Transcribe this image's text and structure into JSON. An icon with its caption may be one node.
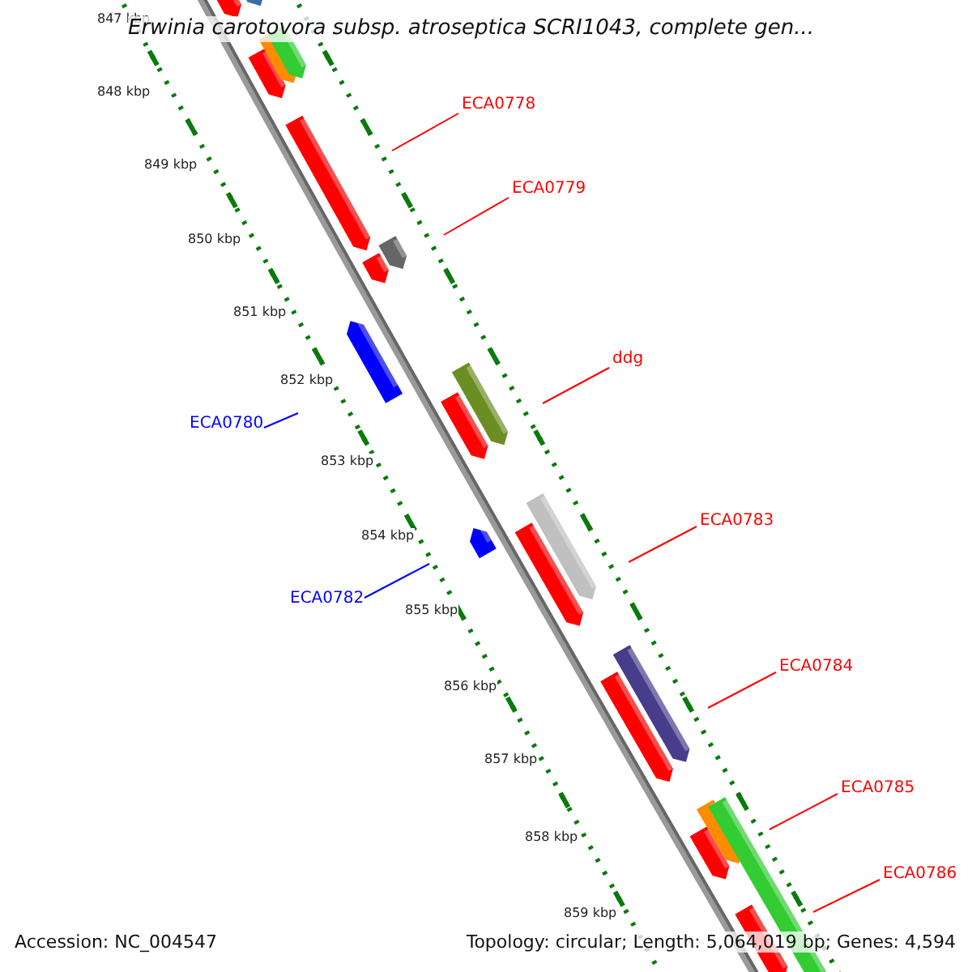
{
  "diagram": {
    "title": "Erwinia carotovora subsp. atroseptica SCRI1043, complete gen...",
    "nodes": [
      {
        "text": [
          "ECA0778"
        ]
      },
      {
        "text": [
          "ECA0779"
        ]
      },
      {
        "text": [
          "ddg"
        ]
      },
      {
        "text": [
          "ECA0780"
        ]
      },
      {
        "text": [
          "ECA0782"
        ]
      },
      {
        "text": [
          "ECA0783"
        ]
      },
      {
        "text": [
          "ECA0784"
        ]
      },
      {
        "text": [
          "ECA0785"
        ]
      },
      {
        "text": [
          "ECA0786"
        ]
      }
    ],
    "edges": [
      {
        "from": 0,
        "to": null,
        "arrow": "none"
      },
      {
        "from": 1,
        "to": null,
        "arrow": "none"
      },
      {
        "from": 2,
        "to": null,
        "arrow": "none"
      },
      {
        "from": 3,
        "to": null,
        "arrow": "none",
        "color": "#0000ff"
      },
      {
        "from": 4,
        "to": null,
        "arrow": "none",
        "color": "#0000ff"
      },
      {
        "from": 5,
        "to": null,
        "arrow": "none"
      },
      {
        "from": 6,
        "to": null,
        "arrow": "none"
      },
      {
        "from": 7,
        "to": null,
        "arrow": "none"
      },
      {
        "from": 8,
        "to": null,
        "arrow": "none"
      }
    ],
    "labels": [
      "847 kbp",
      "848 kbp",
      "849 kbp",
      "850 kbp",
      "851 kbp",
      "852 kbp",
      "853 kbp",
      "854 kbp",
      "855 kbp",
      "856 kbp",
      "857 kbp",
      "858 kbp",
      "859 kbp",
      "Accession: NC_004547",
      "Topology: circular; Length: 5,064,019 bp; Genes: 4,594"
    ]
  }
}
